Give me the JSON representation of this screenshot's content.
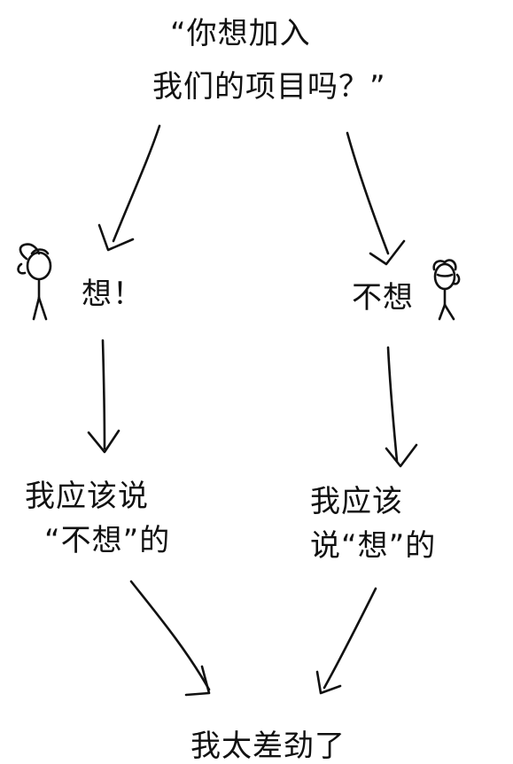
{
  "question": {
    "line1": "“你想加入",
    "line2": "我们的项目吗？”"
  },
  "branches": {
    "left": {
      "answer": "想！",
      "thought_line1": "我应该说",
      "thought_line2": "“不想”的"
    },
    "right": {
      "answer": "不想",
      "thought_line1": "我应该",
      "thought_line2": "说“想”的"
    }
  },
  "conclusion": "我太差劲了",
  "icons": {
    "left_figure": "stick-figure-girl-icon",
    "right_figure": "stick-figure-girl-icon"
  },
  "colors": {
    "ink": "#111111",
    "background": "#ffffff"
  }
}
